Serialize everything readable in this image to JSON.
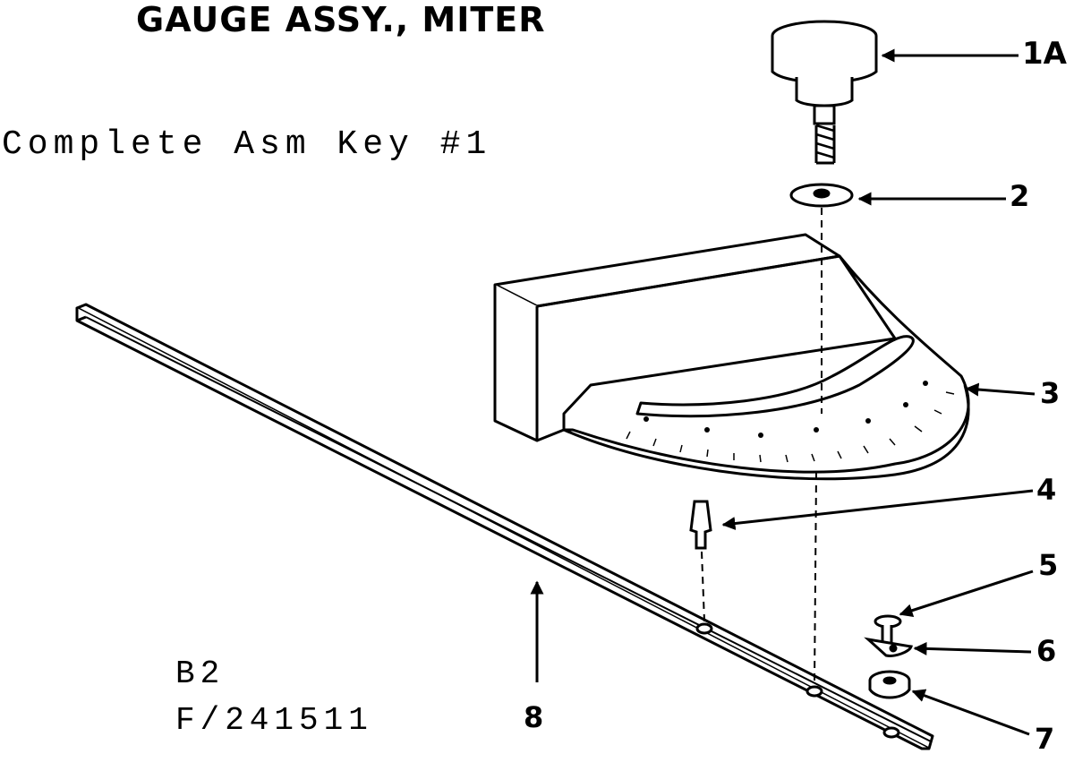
{
  "title": "GAUGE ASSY., MITER",
  "subtitle": "Complete Asm Key #1",
  "codes": {
    "line1": "B2",
    "line2": "F/241511"
  },
  "callouts": {
    "knob": "1A",
    "washer_top": "2",
    "miter_head": "3",
    "stop_pin": "4",
    "screw": "5",
    "clip": "6",
    "washer_bottom": "7",
    "bar": "8"
  },
  "colors": {
    "ink": "#000000",
    "paper": "#ffffff"
  }
}
